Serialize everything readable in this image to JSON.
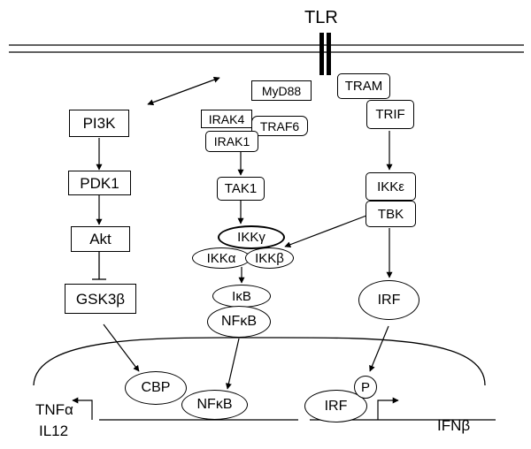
{
  "receptor": "TLR",
  "pi3k_pathway": [
    "PI3K",
    "PDK1",
    "Akt",
    "GSK3β"
  ],
  "myd88_pathway": {
    "adaptor": "MyD88",
    "irak4": "IRAK4",
    "traf6": "TRAF6",
    "irak1": "IRAK1",
    "tak1": "TAK1",
    "ikk_gamma": "IKKγ",
    "ikk_alpha": "IKKα",
    "ikk_beta": "IKKβ",
    "ikb": "IκB",
    "nfkb": "NFκB"
  },
  "trif_pathway": {
    "tram": "TRAM",
    "trif": "TRIF",
    "ikk_epsilon": "IKKε",
    "tbk": "TBK",
    "irf": "IRF"
  },
  "nucleus": {
    "cbp": "CBP",
    "nfkb": "NFκB",
    "irf": "IRF",
    "phospho": "P",
    "gene_left_1": "TNFα",
    "gene_left_2": "IL12",
    "gene_right": "IFNβ"
  }
}
